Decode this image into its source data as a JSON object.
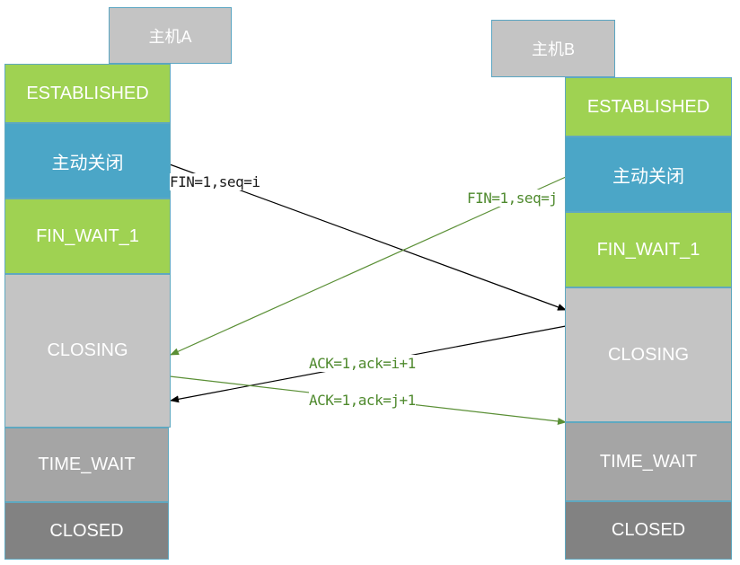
{
  "hosts": {
    "a": {
      "label": "主机A",
      "states": [
        "ESTABLISHED",
        "主动关闭",
        "FIN_WAIT_1",
        "CLOSING",
        "TIME_WAIT",
        "CLOSED"
      ]
    },
    "b": {
      "label": "主机B",
      "states": [
        "ESTABLISHED",
        "主动关闭",
        "FIN_WAIT_1",
        "CLOSING",
        "TIME_WAIT",
        "CLOSED"
      ]
    }
  },
  "messages": {
    "fin_a": "FIN=1,seq=i",
    "fin_b": "FIN=1,seq=j",
    "ack_b": "ACK=1,ack=i+1",
    "ack_a": "ACK=1,ack=j+1"
  },
  "colors": {
    "established": "#9fd252",
    "active_close": "#4ba6c7",
    "fin_wait_1": "#9fd252",
    "closing": "#c4c4c4",
    "time_wait": "#a5a5a5",
    "closed": "#828282",
    "arrow_black": "#000000",
    "arrow_green": "#5a8f35"
  }
}
